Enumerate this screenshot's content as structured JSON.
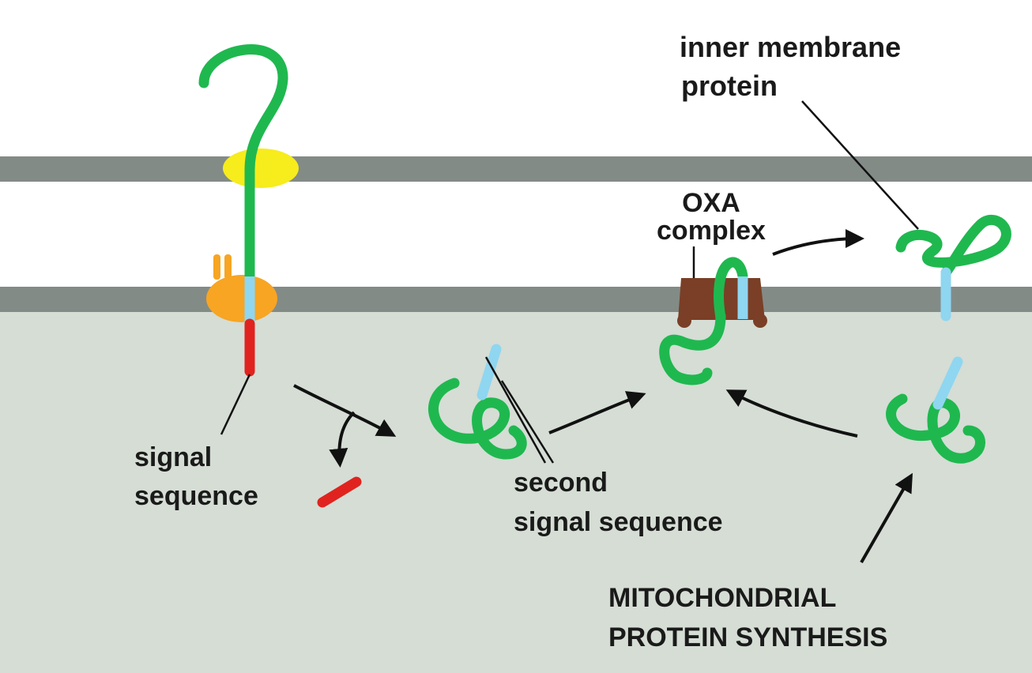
{
  "labels": {
    "inner_membrane_protein": [
      "inner membrane",
      "protein"
    ],
    "oxa_complex": [
      "OXA",
      "complex"
    ],
    "signal_sequence": [
      "signal",
      "sequence"
    ],
    "second_signal_sequence": [
      "second",
      "signal sequence"
    ],
    "mitochondrial_protein_synthesis": [
      "MITOCHONDRIAL",
      "PROTEIN SYNTHESIS"
    ]
  },
  "colors": {
    "matrix": "#d5ddd5",
    "membrane": "#838b87",
    "protein_chain": "#1fb84f",
    "signal_sequence": "#e0231f",
    "hydrophobic_segment": "#8fd6f0",
    "tom_complex": "#f7ec1c",
    "tim_complex": "#f7a523",
    "oxa_complex": "#7a3f26",
    "arrow": "#111111"
  }
}
